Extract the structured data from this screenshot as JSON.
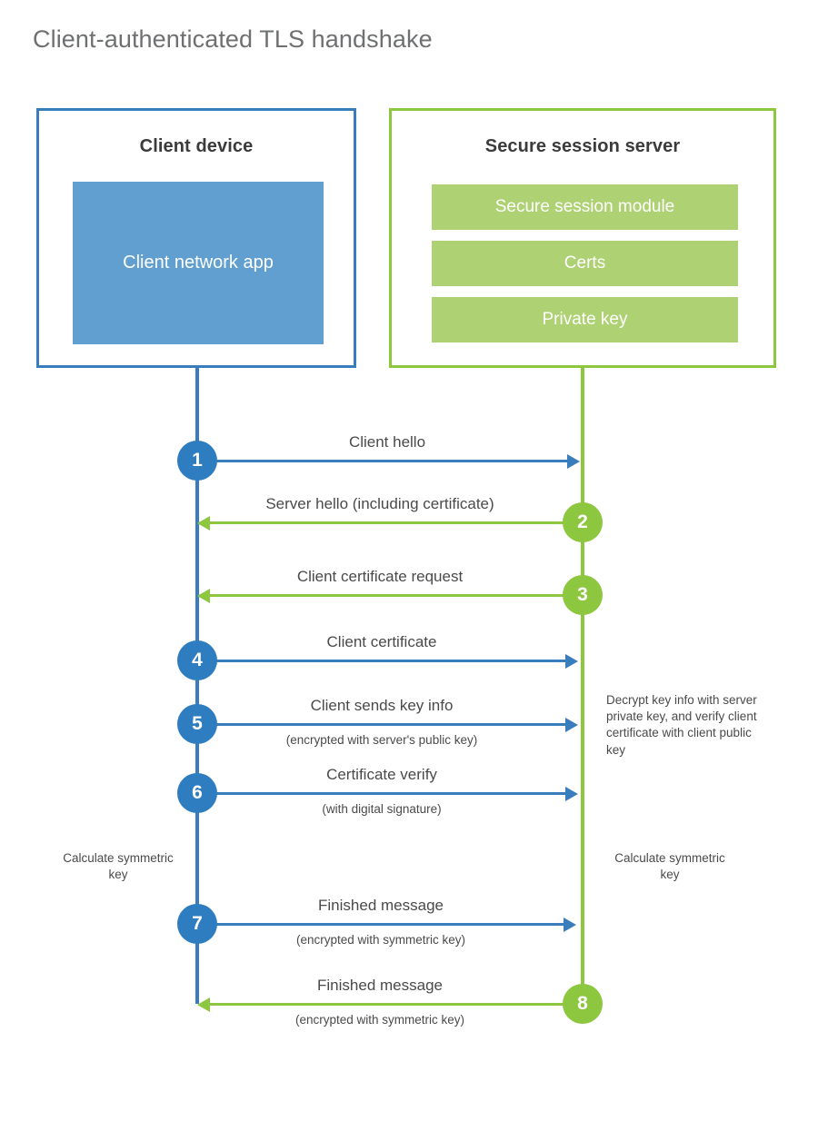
{
  "title": "Client-authenticated TLS handshake",
  "colors": {
    "blue_border": "#3a7dbd",
    "blue_fill": "#619fd0",
    "blue_circle": "#2e7dc0",
    "green_border": "#8dc63f",
    "green_fill": "#aed173",
    "green_circle": "#8dc63f",
    "title_text": "#6f7072",
    "body_text": "#4a4a4a"
  },
  "participants": {
    "client": {
      "title": "Client device",
      "block": "Client network app"
    },
    "server": {
      "title": "Secure session server",
      "blocks": [
        "Secure session module",
        "Certs",
        "Private key"
      ]
    }
  },
  "messages": [
    {
      "step": "1",
      "label": "Client hello",
      "sublabel": "",
      "direction": "client-to-server",
      "color": "blue"
    },
    {
      "step": "2",
      "label": "Server hello (including certificate)",
      "sublabel": "",
      "direction": "server-to-client",
      "color": "green"
    },
    {
      "step": "3",
      "label": "Client certificate request",
      "sublabel": "",
      "direction": "server-to-client",
      "color": "green"
    },
    {
      "step": "4",
      "label": "Client certificate",
      "sublabel": "",
      "direction": "client-to-server",
      "color": "blue"
    },
    {
      "step": "5",
      "label": "Client sends key info",
      "sublabel": "(encrypted with server's public key)",
      "direction": "client-to-server",
      "color": "blue"
    },
    {
      "step": "6",
      "label": "Certificate verify",
      "sublabel": "(with digital signature)",
      "direction": "client-to-server",
      "color": "blue"
    },
    {
      "step": "7",
      "label": "Finished message",
      "sublabel": "(encrypted with symmetric key)",
      "direction": "client-to-server",
      "color": "blue"
    },
    {
      "step": "8",
      "label": "Finished message",
      "sublabel": "(encrypted with symmetric key)",
      "direction": "server-to-client",
      "color": "green"
    }
  ],
  "notes": {
    "server_decrypt": "Decrypt key info with server private key, and verify client certificate with client public key",
    "client_calculate": "Calculate symmetric key",
    "server_calculate": "Calculate symmetric key"
  }
}
